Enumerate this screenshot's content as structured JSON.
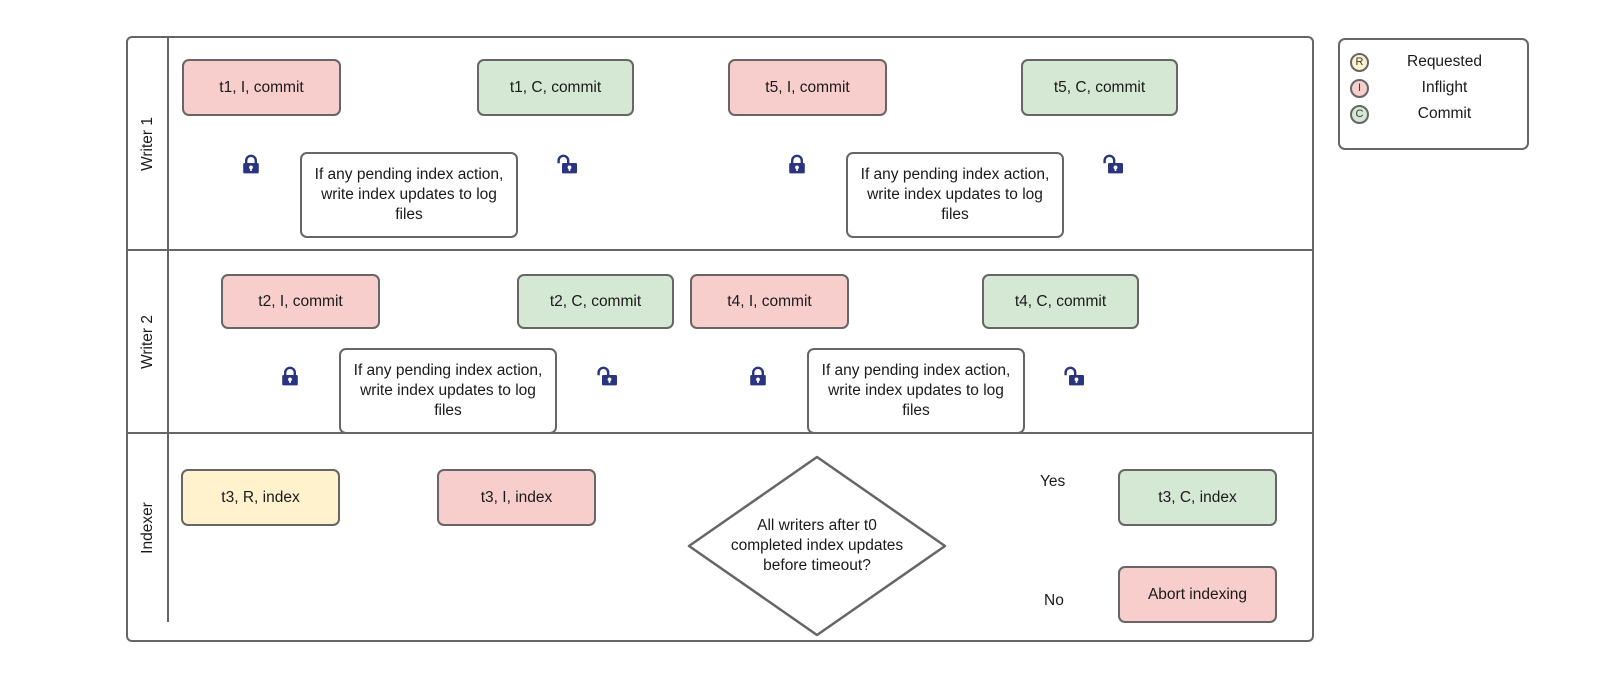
{
  "diagram": {
    "title": "Writer / Indexer concurrency swimlane flowchart",
    "colors": {
      "inflight_fill": "#f8cecc",
      "commit_fill": "#d5e8d4",
      "requested_fill": "#fff2cc",
      "process_fill": "#ffffff",
      "stroke": "#666666",
      "lock_icon": "#2a3580"
    }
  },
  "lanes": [
    {
      "id": "writer-1",
      "label": "Writer 1"
    },
    {
      "id": "writer-2",
      "label": "Writer 2"
    },
    {
      "id": "indexer",
      "label": "Indexer"
    }
  ],
  "nodes": {
    "w1_t1_inflight": {
      "label": "t1, I, commit"
    },
    "w1_t1_commit": {
      "label": "t1, C, commit"
    },
    "w1_t5_inflight": {
      "label": "t5, I, commit"
    },
    "w1_t5_commit": {
      "label": "t5, C, commit"
    },
    "w1_proc_a": {
      "label": "If any pending index action, write index updates to log files"
    },
    "w1_proc_b": {
      "label": "If any pending index action, write index updates to log files"
    },
    "w2_t2_inflight": {
      "label": "t2, I, commit"
    },
    "w2_t2_commit": {
      "label": "t2, C, commit"
    },
    "w2_t4_inflight": {
      "label": "t4, I, commit"
    },
    "w2_t4_commit": {
      "label": "t4, C, commit"
    },
    "w2_proc_a": {
      "label": "If any pending index action, write index updates to log files"
    },
    "w2_proc_b": {
      "label": "If any pending index action, write index updates to log files"
    },
    "ix_t3_requested": {
      "label": "t3, R, index"
    },
    "ix_t3_inflight": {
      "label": "t3, I, index"
    },
    "ix_decision": {
      "line1": "All writers after t0",
      "line2": "completed index updates",
      "line3": "before timeout?"
    },
    "ix_t3_commit": {
      "label": "t3, C, index"
    },
    "ix_abort": {
      "label": "Abort indexing"
    }
  },
  "edge_labels": {
    "yes": "Yes",
    "no": "No"
  },
  "icons": {
    "lock_closed": "lock-closed-icon",
    "lock_open": "lock-open-icon"
  },
  "legend": {
    "items": [
      {
        "glyph": "R",
        "label": "Requested",
        "color": "#fff2cc"
      },
      {
        "glyph": "I",
        "label": "Inflight",
        "color": "#f8cecc"
      },
      {
        "glyph": "C",
        "label": "Commit",
        "color": "#d5e8d4"
      }
    ]
  }
}
